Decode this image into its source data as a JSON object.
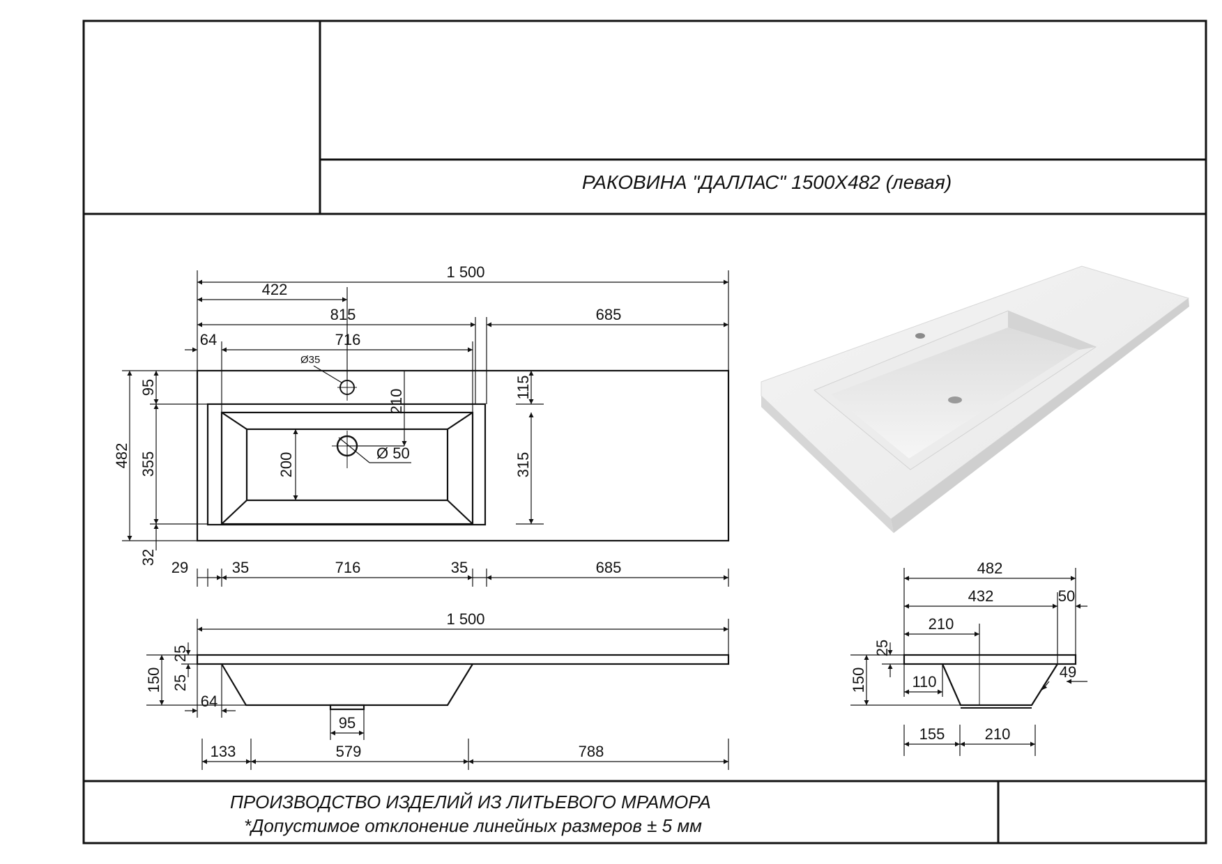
{
  "title": "РАКОВИНА \"ДАЛЛАС\" 1500Х482 (левая)",
  "footer": {
    "line1": "ПРОИЗВОДСТВО ИЗДЕЛИЙ ИЗ ЛИТЬЕВОГО МРАМОРА",
    "line2": "*Допустимое отклонение линейных размеров ±    5 мм"
  },
  "top_view": {
    "total_length": "1 500",
    "tap_hole_offset": "422",
    "basin_zone_length": "815",
    "counter_length": "685",
    "basin_edge_offset": "64",
    "basin_top_length": "716",
    "tap_hole_diameter": "Ø35",
    "drain_diameter": "Ø 50",
    "total_depth": "482",
    "tap_hole_from_back": "95",
    "basin_depth": "355",
    "front_margin": "32",
    "drain_from_back": "210",
    "basin_inner_depth": "200",
    "basin_back_offset": "115",
    "basin_side_depth": "315",
    "bottom_dims": [
      "29",
      "35",
      "716",
      "35",
      "685"
    ]
  },
  "front_view": {
    "total_length": "1 500",
    "slab_thickness": "25",
    "total_height": "150",
    "height_offset": "25",
    "edge_offset": "64",
    "drain_width": "95",
    "bottom_dims": [
      "133",
      "579",
      "788"
    ]
  },
  "side_view": {
    "total_depth": "482",
    "inner_depth": "432",
    "back_lip": "50",
    "drain_offset": "210",
    "slab_thickness": "25",
    "total_height": "150",
    "front_offset": "110",
    "wall_angle_dim": "49",
    "bottom_dims": [
      "155",
      "210"
    ]
  }
}
